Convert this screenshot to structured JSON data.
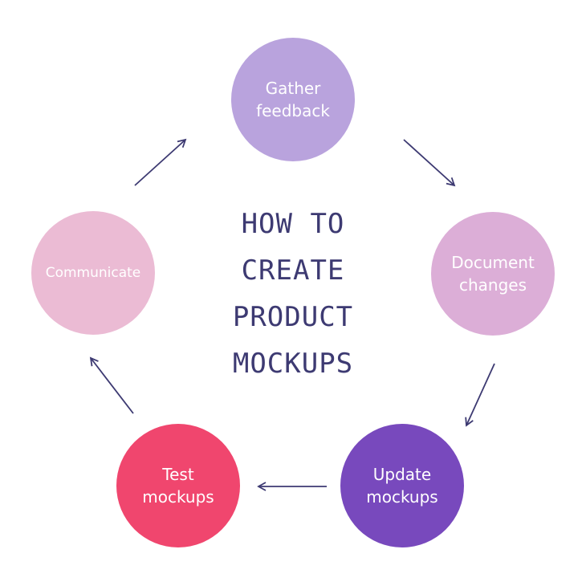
{
  "title_lines": [
    "HOW TO",
    "CREATE",
    "PRODUCT",
    "MOCKUPS"
  ],
  "colors": {
    "arrow": "#3d3a72",
    "title": "#3d3a72"
  },
  "steps": [
    {
      "id": "gather",
      "label": "Gather\nfeedback",
      "color": "#b9a3dd"
    },
    {
      "id": "document",
      "label": "Document\nchanges",
      "color": "#dcaed7"
    },
    {
      "id": "update",
      "label": "Update\nmockups",
      "color": "#7849bd"
    },
    {
      "id": "test",
      "label": "Test\nmockups",
      "color": "#f0466e"
    },
    {
      "id": "communicate",
      "label": "Communicate",
      "color": "#ebbbd4"
    }
  ]
}
